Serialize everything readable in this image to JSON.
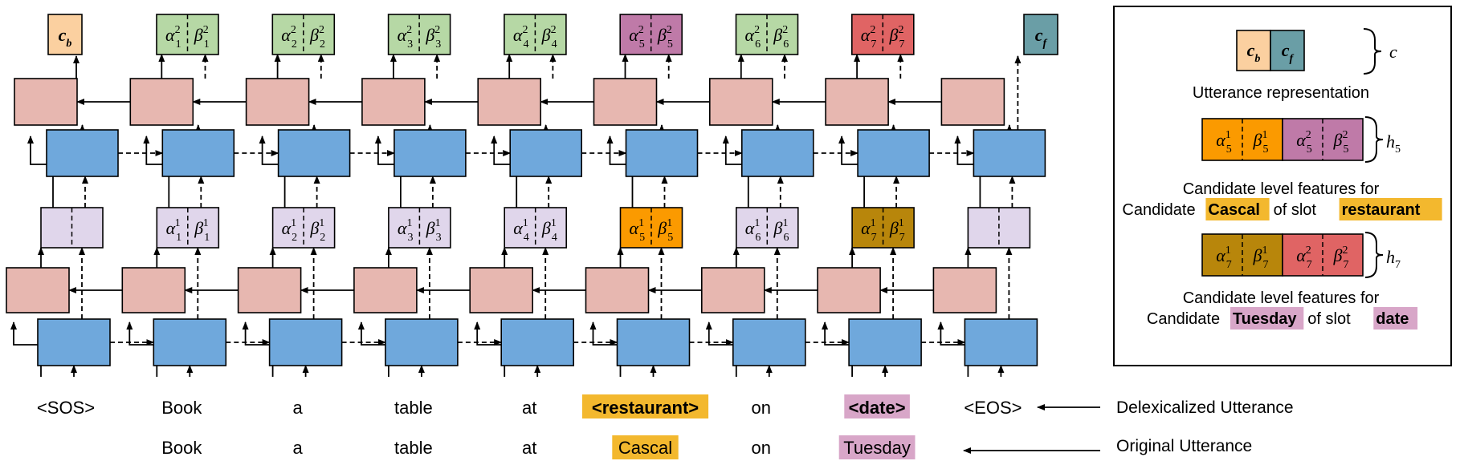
{
  "tokens": [
    {
      "delex": "<SOS>",
      "orig": ""
    },
    {
      "delex": "Book",
      "orig": "Book"
    },
    {
      "delex": "a",
      "orig": "a"
    },
    {
      "delex": "table",
      "orig": "table"
    },
    {
      "delex": "at",
      "orig": "at"
    },
    {
      "delex": "<restaurant>",
      "orig": "Cascal",
      "highlight": "orange",
      "bold": true
    },
    {
      "delex": "on",
      "orig": "on"
    },
    {
      "delex": "<date>",
      "orig": "Tuesday",
      "highlight": "pink",
      "bold": true
    },
    {
      "delex": "<EOS>",
      "orig": ""
    }
  ],
  "level1_labels": [
    "",
    "1",
    "2",
    "3",
    "4",
    "5",
    "6",
    "7",
    ""
  ],
  "level1_colors": [
    "#e0d6eb",
    "#e0d6eb",
    "#e0d6eb",
    "#e0d6eb",
    "#e0d6eb",
    "#fb9a00",
    "#e0d6eb",
    "#b8860b",
    "#e0d6eb"
  ],
  "level2_labels": [
    "1",
    "2",
    "3",
    "4",
    "5",
    "6",
    "7"
  ],
  "level2_colors": [
    "#b6d8a5",
    "#b6d8a5",
    "#b6d8a5",
    "#b6d8a5",
    "#bf7aa8",
    "#b6d8a5",
    "#e06464"
  ],
  "out_left": "c",
  "out_left_sub": "b",
  "out_right": "c",
  "out_right_sub": "f",
  "colors": {
    "pink_cell": "#e7b7b0",
    "blue_cell": "#6fa8dc",
    "purple_box": "#e0d6eb",
    "green_box": "#b6d8a5",
    "cb_box": "#fbd0a0",
    "cf_box": "#6a9ea6",
    "orange": "#fb9a00",
    "gold": "#b8860b",
    "mauve": "#bf7aa8",
    "red": "#e06464",
    "hl_orange": "#f3b82e",
    "hl_pink": "#d8a6c8"
  },
  "annotations": {
    "delex_label": "Delexicalized Utterance",
    "orig_label": "Original Utterance"
  },
  "legend": {
    "c_label": "c",
    "utterance_representation": "Utterance representation",
    "h5_label": "h",
    "h5_sub": "5",
    "cand1_line1": "Candidate level features for",
    "cand1_prefix": "Candidate",
    "cand1_value": "Cascal",
    "cand1_mid": "of slot",
    "cand1_slot": "restaurant",
    "h7_label": "h",
    "h7_sub": "7",
    "cand2_line1": "Candidate level features for",
    "cand2_prefix": "Candidate",
    "cand2_value": "Tuesday",
    "cand2_mid": "of slot",
    "cand2_slot": "date"
  }
}
